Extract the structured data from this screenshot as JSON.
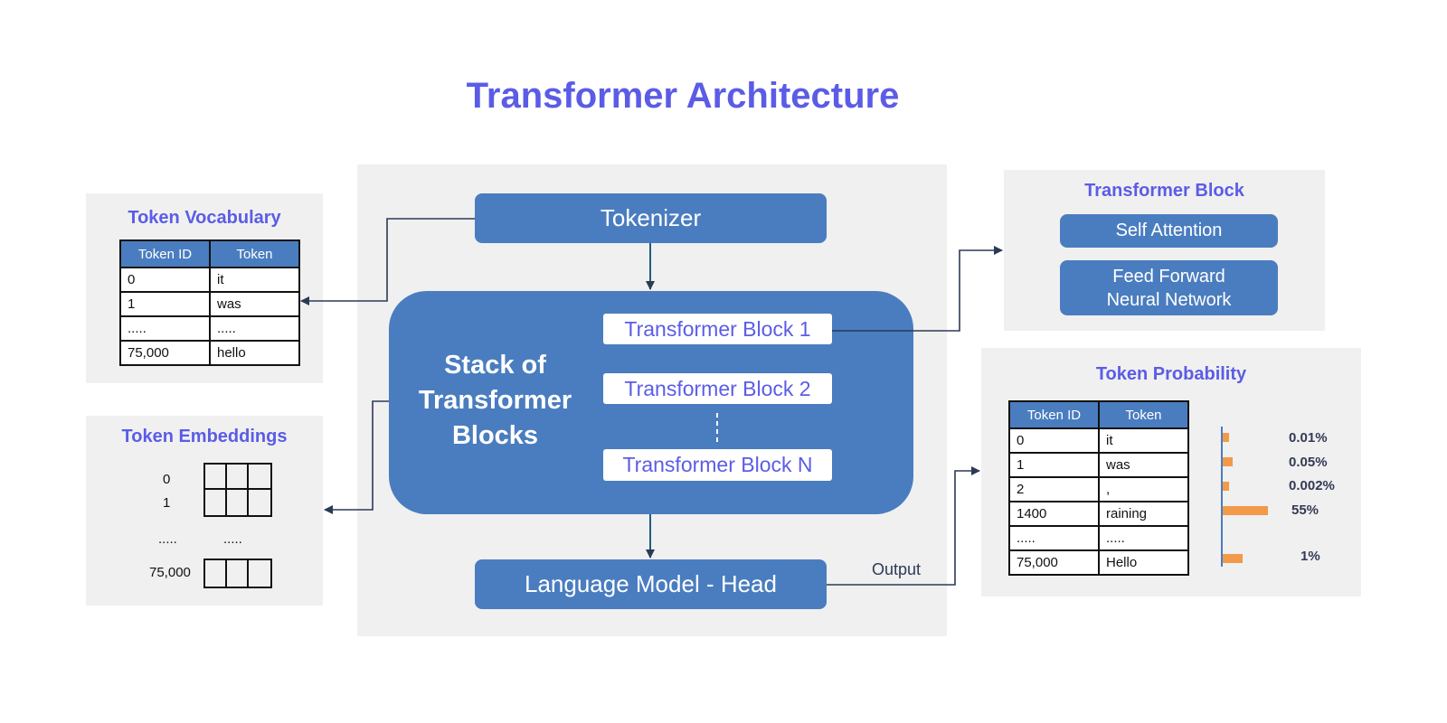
{
  "title": "Transformer Architecture",
  "center": {
    "tokenizer": "Tokenizer",
    "stack_label": "Stack of Transformer Blocks",
    "blocks": [
      "Transformer Block 1",
      "Transformer Block 2",
      "Transformer Block N"
    ],
    "lm_head": "Language Model - Head",
    "output_label": "Output"
  },
  "token_vocabulary": {
    "title": "Token Vocabulary",
    "headers": [
      "Token ID",
      "Token"
    ],
    "rows": [
      [
        "0",
        "it"
      ],
      [
        "1",
        "was"
      ],
      [
        ".....",
        "....."
      ],
      [
        "75,000",
        "hello"
      ]
    ]
  },
  "token_embeddings": {
    "title": "Token Embeddings",
    "labels": [
      "0",
      "1",
      ".....",
      ".....",
      "75,000"
    ]
  },
  "transformer_block": {
    "title": "Transformer Block",
    "items": [
      "Self Attention",
      "Feed Forward Neural Network"
    ]
  },
  "token_probability": {
    "title": "Token Probability",
    "headers": [
      "Token ID",
      "Token"
    ],
    "rows": [
      {
        "id": "0",
        "token": "it",
        "prob_label": "0.01%",
        "prob": 0.01
      },
      {
        "id": "1",
        "token": "was",
        "prob_label": "0.05%",
        "prob": 0.05
      },
      {
        "id": "2",
        "token": ",",
        "prob_label": "0.002%",
        "prob": 0.002
      },
      {
        "id": "1400",
        "token": "raining",
        "prob_label": "55%",
        "prob": 55
      },
      {
        "id": ".....",
        "token": ".....",
        "prob_label": "",
        "prob": null
      },
      {
        "id": "75,000",
        "token": "Hello",
        "prob_label": "1%",
        "prob": 1
      }
    ]
  },
  "colors": {
    "accent": "#5b5ce6",
    "box_blue": "#4a7dbf",
    "panel_gray": "#f0f0f0",
    "bar_orange": "#f2994a",
    "wire": "#2b3a55"
  }
}
